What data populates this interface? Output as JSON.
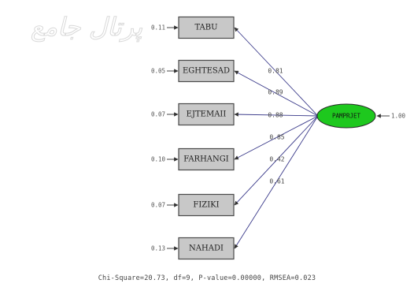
{
  "watermark_text": "پرتال جامع",
  "latent": {
    "label": "PAMPRJET",
    "error_value": "1.00"
  },
  "indicators": [
    {
      "name": "TABU",
      "error_value": "0.11",
      "loading": "0.81"
    },
    {
      "name": "EGHTESAD",
      "error_value": "0.05",
      "loading": "0.89"
    },
    {
      "name": "EJTEMAII",
      "error_value": "0.07",
      "loading": "0.88"
    },
    {
      "name": "FARHANGI",
      "error_value": "0.10",
      "loading": "0.85"
    },
    {
      "name": "FIZIKI",
      "error_value": "0.07",
      "loading": "0.42"
    },
    {
      "name": "NAHADI",
      "error_value": "0.13",
      "loading": "0.61"
    }
  ],
  "fit_statistics": "Chi-Square=20.73,  df=9, P-value=0.00000, RMSEA=0.023",
  "colors": {
    "latent_fill": "#1ec81e",
    "box_fill": "#c8c8c8",
    "arrow": "#3a3a8a"
  }
}
